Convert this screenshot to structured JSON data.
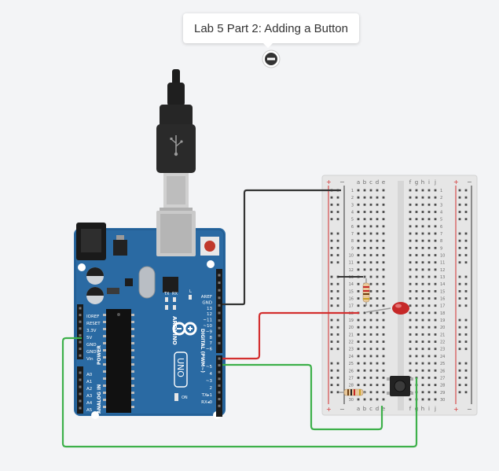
{
  "note": {
    "title": "Lab 5 Part 2: Adding a Button"
  },
  "colors": {
    "background": "#f3f4f6",
    "arduino_board": "#2a6aa3",
    "wire_black": "#333333",
    "wire_red": "#d32f2f",
    "wire_green": "#3db04a",
    "led": "#c62828",
    "breadboard": "#e6e6e6"
  },
  "arduino": {
    "model": "UNO",
    "brand": "ARDUINO",
    "power_labels": [
      "IOREF",
      "RESET",
      "3.3V",
      "5V",
      "GND",
      "GND",
      "Vin"
    ],
    "power_header": "POWER",
    "analog_labels": [
      "A0",
      "A1",
      "A2",
      "A3",
      "A4",
      "A5"
    ],
    "analog_header": "ANALOG IN",
    "digital_labels": [
      "AREF",
      "GND",
      "13",
      "12",
      "~11",
      "~10",
      "~9",
      "8",
      "7",
      "~6",
      "~5",
      "4",
      "~3",
      "2",
      "TX▸1",
      "RX◂0"
    ],
    "digital_header": "DIGITAL (PWM~)",
    "tx_label": "TX",
    "rx_label": "RX",
    "l_label": "L",
    "on_label": "ON"
  },
  "breadboard": {
    "cols_left": [
      "a",
      "b",
      "c",
      "d",
      "e"
    ],
    "cols_right": [
      "f",
      "g",
      "h",
      "i",
      "j"
    ],
    "rows": [
      "1",
      "2",
      "3",
      "4",
      "5",
      "6",
      "7",
      "8",
      "9",
      "10",
      "11",
      "12",
      "13",
      "14",
      "15",
      "16",
      "17",
      "18",
      "19",
      "20",
      "21",
      "22",
      "23",
      "24",
      "25",
      "26",
      "27",
      "28",
      "29",
      "30"
    ],
    "rail_plus": "+",
    "rail_minus": "−"
  }
}
